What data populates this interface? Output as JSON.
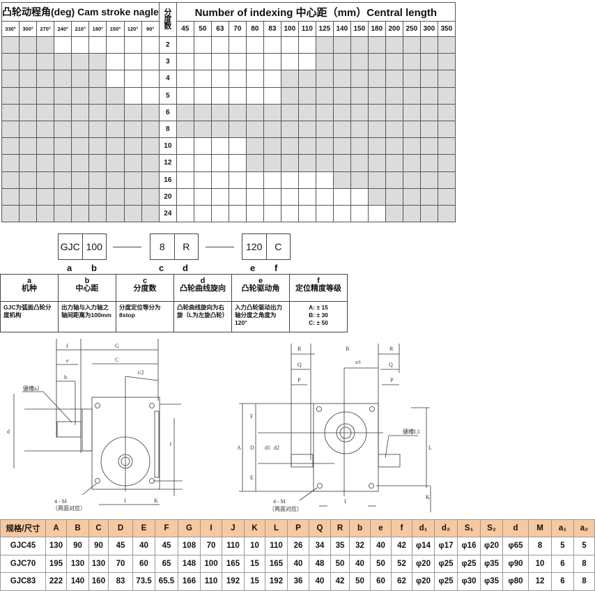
{
  "selection_grid": {
    "left_title": "凸轮动程角(deg) Cam stroke nagle",
    "middle_title": "分度数",
    "right_title": "Number of  indexing 中心距（mm）Central length",
    "cam_angles": [
      "330°",
      "300°",
      "270°",
      "240°",
      "210°",
      "180°",
      "150°",
      "120°",
      "90°"
    ],
    "center_distances": [
      "45",
      "50",
      "63",
      "70",
      "80",
      "83",
      "100",
      "110",
      "125",
      "140",
      "150",
      "180",
      "200",
      "250",
      "300",
      "350"
    ],
    "rows": [
      {
        "stops": "2",
        "left_shaded": 3,
        "right_white": 8
      },
      {
        "stops": "3",
        "left_shaded": 6,
        "right_white": 8
      },
      {
        "stops": "4",
        "left_shaded": 6,
        "right_white": 6
      },
      {
        "stops": "5",
        "left_shaded": 7,
        "right_white": 6
      },
      {
        "stops": "6",
        "left_shaded": 9,
        "right_white": 0
      },
      {
        "stops": "8",
        "left_shaded": 9,
        "right_white": 0
      },
      {
        "stops": "10",
        "left_shaded": 9,
        "right_white": 4
      },
      {
        "stops": "12",
        "left_shaded": 9,
        "right_white": 4
      },
      {
        "stops": "16",
        "left_shaded": 9,
        "right_white": 9
      },
      {
        "stops": "20",
        "left_shaded": 9,
        "right_white": 11
      },
      {
        "stops": "24",
        "left_shaded": 9,
        "right_white": 12
      }
    ],
    "shade_color": "#dcdcdc"
  },
  "model_code": {
    "parts": [
      "GJC",
      "100",
      "8",
      "R",
      "120",
      "C"
    ],
    "letters": [
      "a",
      "b",
      "c",
      "d",
      "e",
      "f"
    ]
  },
  "code_table": {
    "columns": [
      {
        "letter": "a",
        "title": "机种",
        "desc": "GJC为弧面凸轮分度机构"
      },
      {
        "letter": "b",
        "title": "中心距",
        "desc": "出力轴与入力轴之轴间距离为100mm"
      },
      {
        "letter": "c",
        "title": "分度数",
        "desc": "分度定位等分为8stop"
      },
      {
        "letter": "d",
        "title": "凸轮曲线旋向",
        "desc": "凸轮曲线旋向为右旋（L为左旋凸轮）"
      },
      {
        "letter": "e",
        "title": "凸轮驱动角",
        "desc": "入力凸轮驱动出力轴分度之角度为120°"
      },
      {
        "letter": "f",
        "title": "定位精度等级",
        "desc_lines": [
          "A: ± 15",
          "B: ± 30",
          "C: ± 50"
        ]
      }
    ]
  },
  "drawing_left": {
    "labels": [
      "f",
      "G",
      "e",
      "C",
      "h",
      "t/2",
      "键槽a2",
      "d",
      "4 - M",
      "（两面对应）",
      "J",
      "I",
      "K"
    ]
  },
  "drawing_right": {
    "labels": [
      "R",
      "B",
      "R",
      "Q",
      "Q",
      "P",
      "P",
      "s/t",
      "A",
      "F",
      "D",
      "E",
      "d1",
      "d2",
      "键槽L1",
      "L",
      "K",
      "I",
      "4 - M",
      "（两面对应）"
    ]
  },
  "dimension_table": {
    "header": [
      "规格/尺寸",
      "A",
      "B",
      "C",
      "D",
      "E",
      "F",
      "G",
      "I",
      "J",
      "K",
      "L",
      "P",
      "Q",
      "R",
      "b",
      "e",
      "f",
      "d₁",
      "d₂",
      "S₁",
      "S₂",
      "d",
      "M",
      "a₁",
      "a₂"
    ],
    "rows": [
      [
        "GJC45",
        "130",
        "90",
        "90",
        "45",
        "40",
        "45",
        "108",
        "70",
        "110",
        "10",
        "110",
        "26",
        "34",
        "35",
        "32",
        "40",
        "42",
        "φ14",
        "φ17",
        "φ16",
        "φ20",
        "φ65",
        "8",
        "5",
        "5"
      ],
      [
        "GJC70",
        "195",
        "130",
        "130",
        "70",
        "60",
        "65",
        "148",
        "100",
        "165",
        "15",
        "165",
        "40",
        "48",
        "50",
        "40",
        "50",
        "52",
        "φ20",
        "φ25",
        "φ25",
        "φ35",
        "φ90",
        "10",
        "6",
        "8"
      ],
      [
        "GJC83",
        "222",
        "140",
        "160",
        "83",
        "73.5",
        "65.5",
        "166",
        "110",
        "192",
        "15",
        "192",
        "36",
        "40",
        "42",
        "50",
        "60",
        "62",
        "φ20",
        "φ25",
        "φ30",
        "φ35",
        "φ80",
        "12",
        "6",
        "8"
      ]
    ],
    "header_color": "#f6c9a1"
  }
}
